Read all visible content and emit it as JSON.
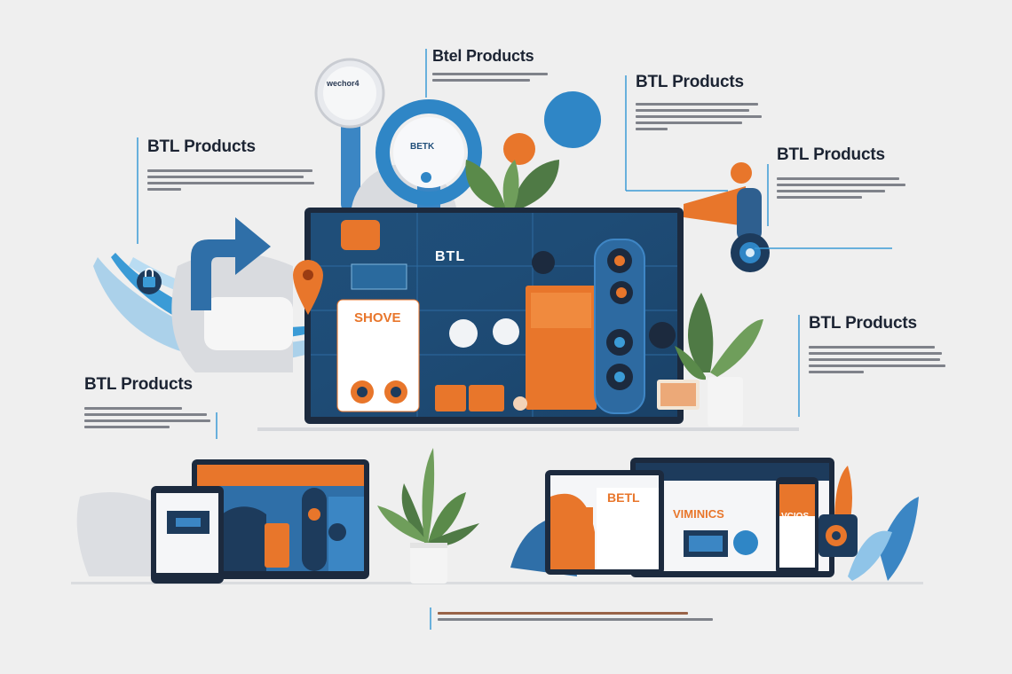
{
  "callouts": {
    "top_center": "Btel Products",
    "top_right": "BTL Products",
    "left_upper": "BTL Products",
    "right_upper": "BTL Products",
    "right_middle": "BTL Products",
    "left_lower": "BTL Products"
  },
  "screen_labels": {
    "magnifier": "wechor4",
    "circle_badge": "BETK",
    "main_heading": "BTL",
    "card_heading": "SHOVE",
    "laptop_heading": "BETL",
    "laptop_banner": "VIMINICS",
    "phone_banner": "VCIOS"
  },
  "colors": {
    "navy": "#1d3b5c",
    "blue": "#2f86c6",
    "orange": "#e8762b",
    "green": "#4f7a45",
    "background": "#efefef"
  }
}
